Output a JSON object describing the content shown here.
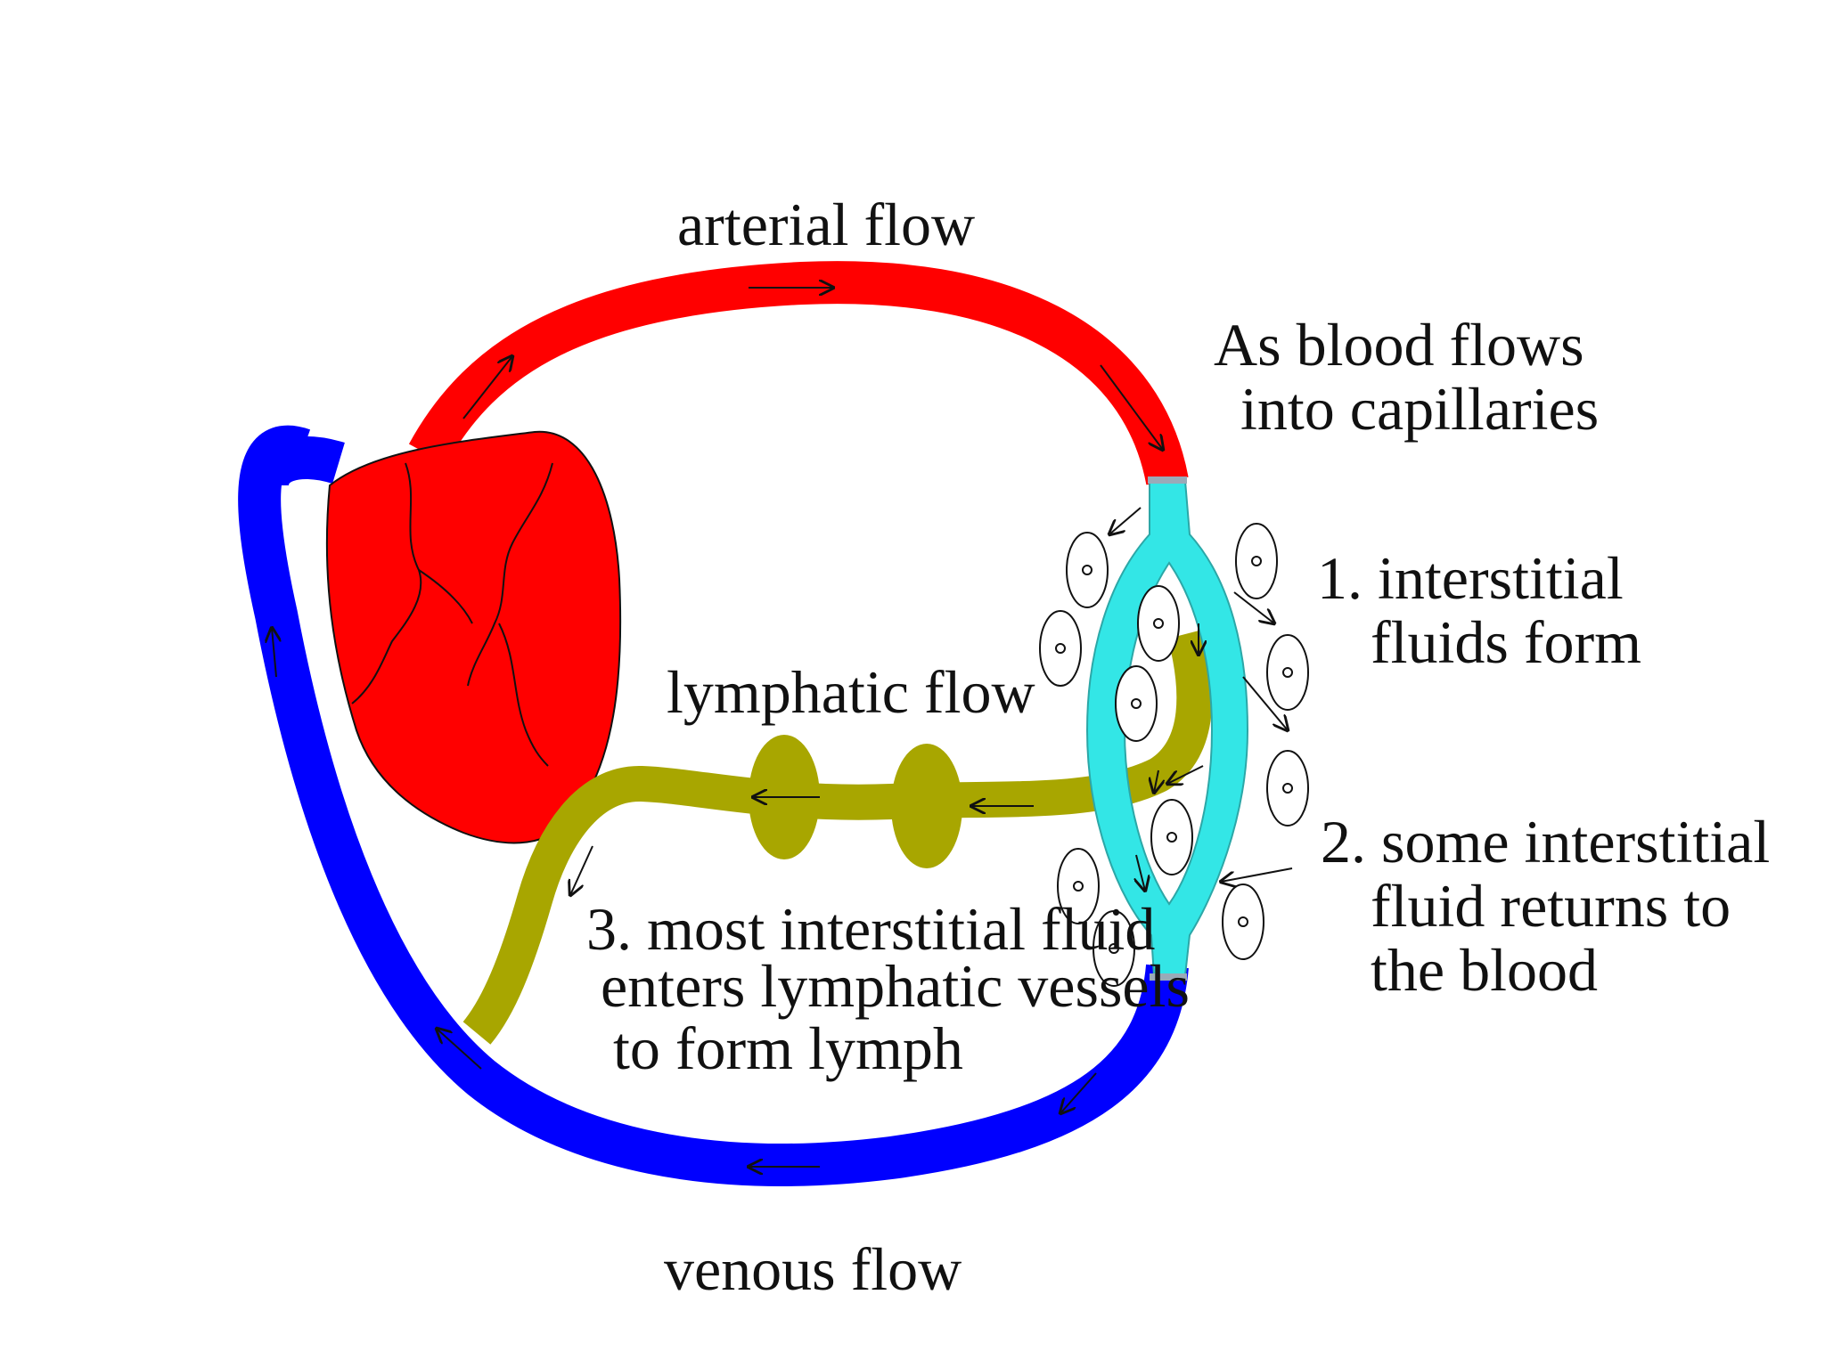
{
  "labels": {
    "arterial": "arterial flow",
    "venous": "venous flow",
    "lymphatic": "lymphatic flow",
    "capillaries_line1": "As blood flows",
    "capillaries_line2": "into capillaries",
    "step1_line1": "1. interstitial",
    "step1_line2": "fluids form",
    "step2_line1": "2. some interstitial",
    "step2_line2": "fluid returns to",
    "step2_line3": "the blood",
    "step3_line1": "3. most interstitial fluid",
    "step3_line2": "enters lymphatic vessels",
    "step3_line3": "to form lymph"
  },
  "colors": {
    "arterial": "#ff0000",
    "venous": "#0000ff",
    "capillary": "#33e6e6",
    "lymph": "#a8a600",
    "heart": "#ff0000",
    "outline": "#111111"
  }
}
